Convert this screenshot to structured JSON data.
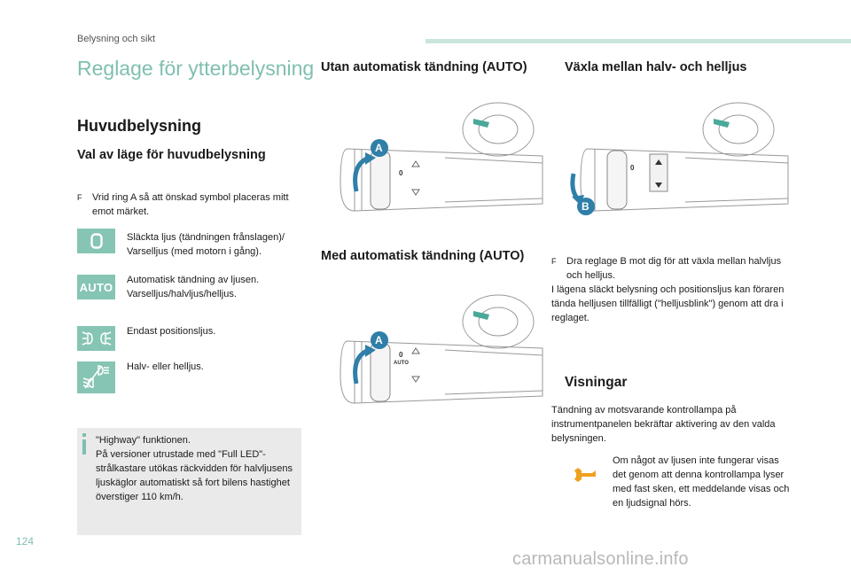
{
  "header": {
    "section_label": "Belysning och sikt"
  },
  "page": {
    "title": "Reglage för ytterbelysning",
    "number": "124"
  },
  "col1": {
    "heading": "Huvudbelysning",
    "subheading": "Val av läge för huvudbelysning",
    "bullet_marker": "F",
    "instruction": "Vrid ring A så att önskad symbol placeras mitt emot märket.",
    "modes": [
      {
        "icon": "lights-off-icon",
        "text": "Släckta ljus (tändningen frånslagen)/ Varselljus (med motorn i gång)."
      },
      {
        "icon": "auto-icon",
        "label": "AUTO",
        "text": "Automatisk tändning av ljusen. Varselljus/halvljus/helljus."
      },
      {
        "icon": "position-lights-icon",
        "text": "Endast positionsljus."
      },
      {
        "icon": "dipped-main-beam-icon",
        "text": "Halv- eller helljus."
      }
    ],
    "info": {
      "icon": "info-icon",
      "text": "\"Highway\" funktionen.\nPå versioner utrustade med \"Full LED\"-strålkastare utökas räckvidden för halvljusens ljuskäglor automatiskt så fort bilens hastighet överstiger 110 km/h."
    }
  },
  "col2": {
    "heading_without_auto": "Utan automatisk tändning (AUTO)",
    "heading_with_auto": "Med automatisk tändning (AUTO)",
    "figure_label_a": "A",
    "figure_auto_label": "AUTO",
    "figure_zero_label": "0"
  },
  "col3": {
    "heading": "Växla mellan halv- och helljus",
    "figure_label_b": "B",
    "figure_zero_label": "0",
    "bullet_marker": "F",
    "instruction": "Dra reglage B mot dig för att växla mellan halvljus och helljus.",
    "paragraph": "I lägena släckt belysning och positionsljus kan föraren tända helljusen tillfälligt (\"helljusblink\") genom att dra i reglaget.",
    "display_heading": "Visningar",
    "display_text": "Tändning av motsvarande kontrollampa på instrumentpanelen bekräftar aktivering av den valda belysningen.",
    "warning_icon": "wrench-icon",
    "warning_text": "Om något av ljusen inte fungerar visas det genom att denna kontrollampa lyser med fast sken, ett meddelande visas och en ljudsignal hörs."
  },
  "footer": {
    "watermark": "carmanualsonline.info"
  },
  "colors": {
    "accent": "#7fbfb0",
    "icon_box": "#86c4b4",
    "info_bg": "#eaeaea",
    "arrow_blue": "#2f7fa8",
    "wrench": "#f0a020"
  }
}
